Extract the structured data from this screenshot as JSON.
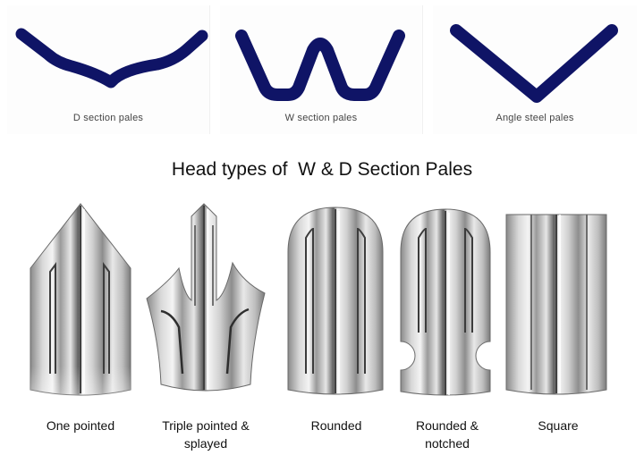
{
  "profiles": [
    {
      "label": "D section pales"
    },
    {
      "label": "W section pales"
    },
    {
      "label": "Angle steel pales"
    }
  ],
  "section_title": "Head types of  W & D Section Pales",
  "head_types": [
    {
      "label": "One pointed"
    },
    {
      "label": "Triple pointed &\nsplayed"
    },
    {
      "label": "Rounded"
    },
    {
      "label": "Rounded &\nnotched"
    },
    {
      "label": "Square"
    }
  ],
  "colors": {
    "profile_stroke": "#0f1466",
    "metal_dark": "#6e6e6e",
    "metal_light": "#f2f2f2"
  }
}
